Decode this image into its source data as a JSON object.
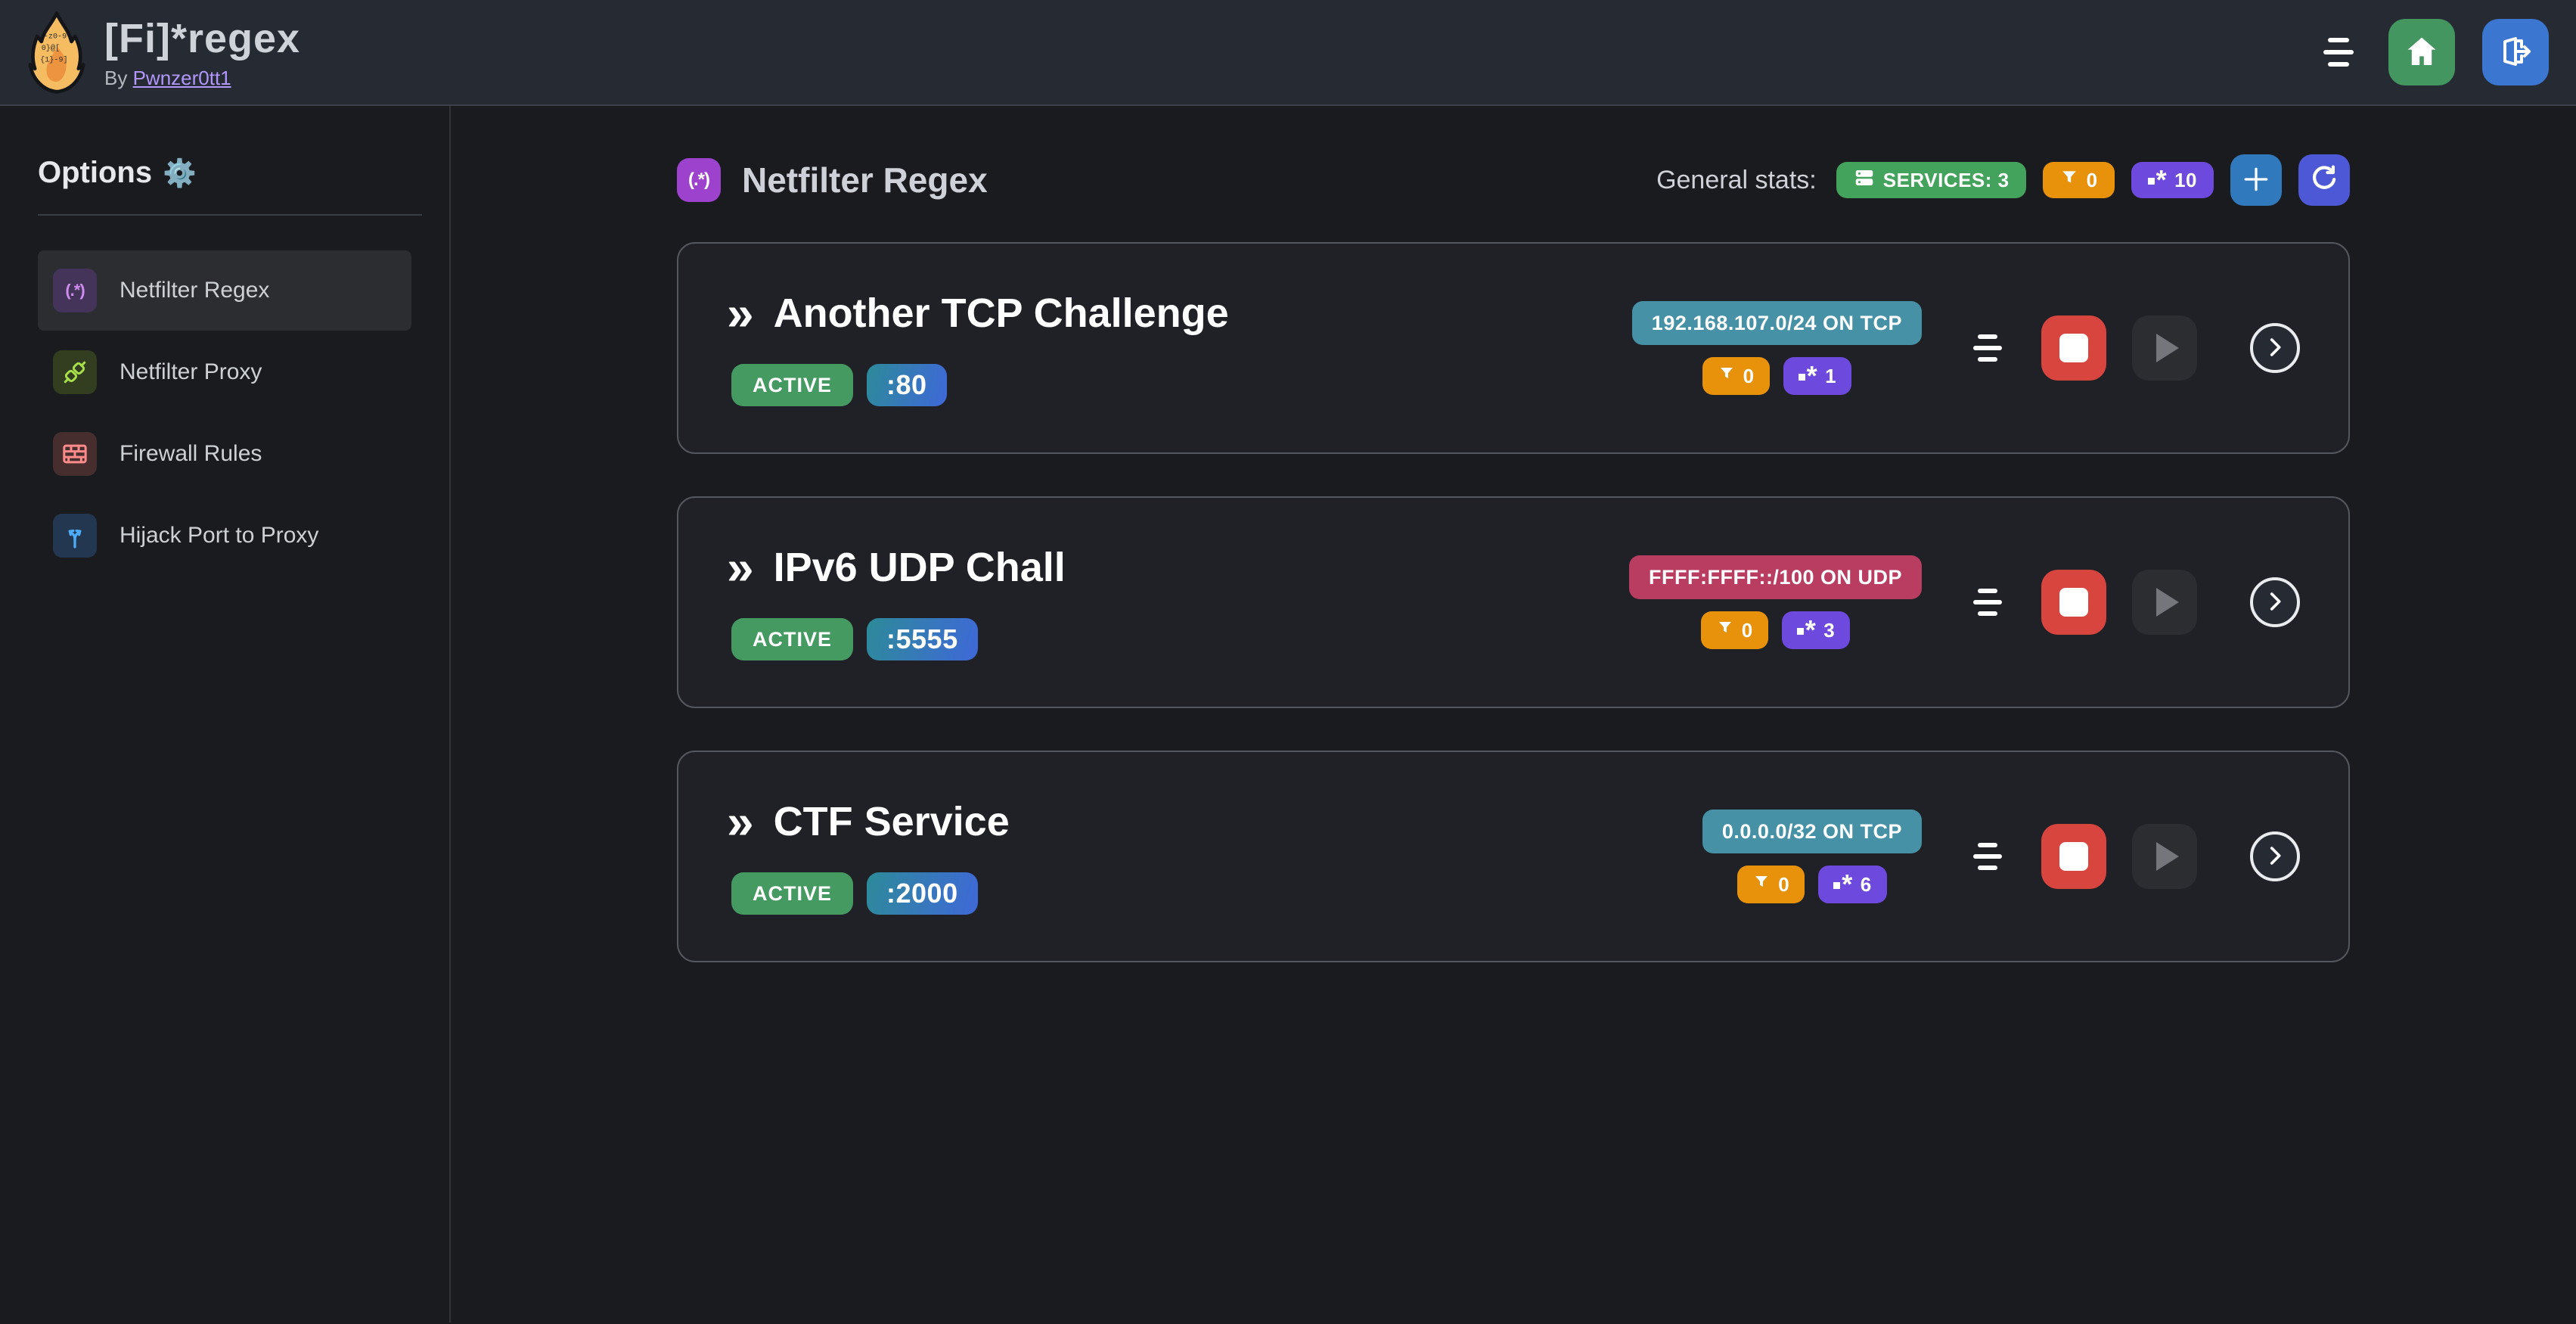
{
  "header": {
    "title": "[Fi]*regex",
    "by_label": "By",
    "author": "Pwnzer0tt1"
  },
  "sidebar": {
    "heading": "Options",
    "items": [
      {
        "label": "Netfilter Regex",
        "icon": "regex-icon",
        "icon_text": "(.*)"
      },
      {
        "label": "Netfilter Proxy",
        "icon": "plug-icon"
      },
      {
        "label": "Firewall Rules",
        "icon": "firewall-icon"
      },
      {
        "label": "Hijack Port to Proxy",
        "icon": "split-arrows-icon"
      }
    ],
    "selected": "Netfilter Regex"
  },
  "main": {
    "section_title": "Netfilter Regex",
    "section_icon_text": "(.*)",
    "stats_label": "General stats:",
    "stats": {
      "services": "SERVICES: 3",
      "filtered": "0",
      "regexes": "10"
    },
    "services": [
      {
        "title": "Another TCP Challenge",
        "status": "ACTIVE",
        "port": ":80",
        "cidr": "192.168.107.0/24 ON TCP",
        "cidr_color": "#4691a6",
        "filtered": "0",
        "regexes": "1"
      },
      {
        "title": "IPv6 UDP Chall",
        "status": "ACTIVE",
        "port": ":5555",
        "cidr": "FFFF:FFFF::/100 ON UDP",
        "cidr_color": "#b93d61",
        "filtered": "0",
        "regexes": "3"
      },
      {
        "title": "CTF Service",
        "status": "ACTIVE",
        "port": ":2000",
        "cidr": "0.0.0.0/32 ON TCP",
        "cidr_color": "#4691a6",
        "filtered": "0",
        "regexes": "6"
      }
    ]
  },
  "icons": {
    "double_chevron": "»",
    "gear": "⚙️",
    "asterisk": "*"
  },
  "colors": {
    "accent_green": "#43a25c",
    "accent_orange": "#e8920b",
    "accent_violet": "#6e49dd",
    "active_green": "#459a62",
    "stop_red": "#d8453e",
    "home_green": "#43965f",
    "logout_blue": "#3b76d1",
    "add_blue": "#3179bd",
    "refresh_indigo": "#4c58d6",
    "port_gradient_from": "#2d8a99",
    "port_gradient_to": "#3f68d9",
    "cidr_teal": "#4691a6",
    "cidr_pink": "#b93d61"
  }
}
